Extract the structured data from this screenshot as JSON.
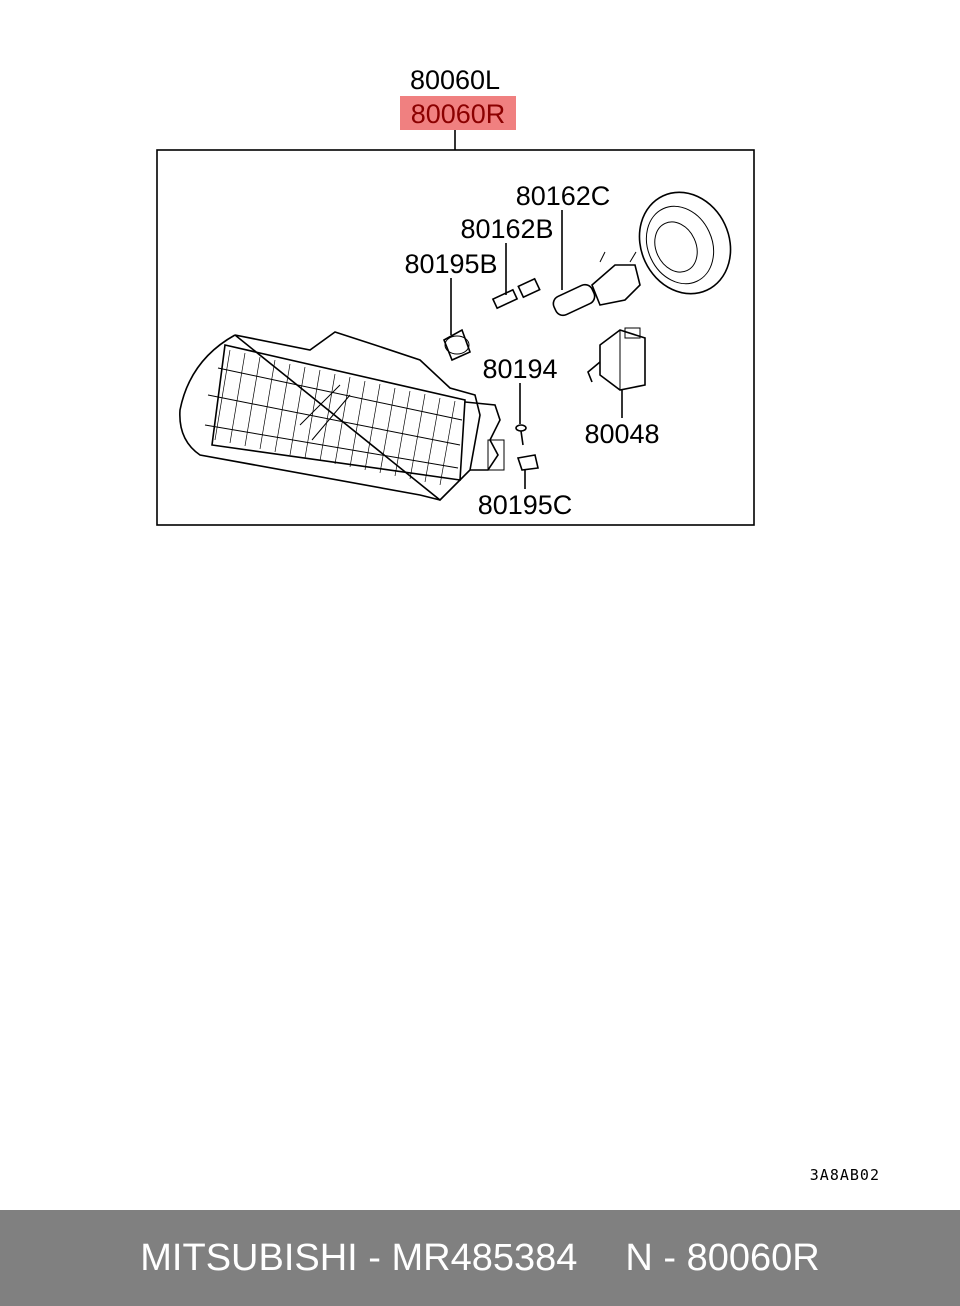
{
  "diagram": {
    "assembly_left": "80060L",
    "assembly_right": "80060R",
    "parts": {
      "bulb": "80162C",
      "socket_bulb": "80162B",
      "grommet": "80195B",
      "screw": "80194",
      "actuator": "80048",
      "clip": "80195C"
    },
    "drawing_code": "3A8AB02",
    "highlight_color": "#f08080"
  },
  "footer": {
    "brand_part": "MITSUBISHI - MR485384",
    "ref": "N - 80060R",
    "background": "#808080"
  }
}
